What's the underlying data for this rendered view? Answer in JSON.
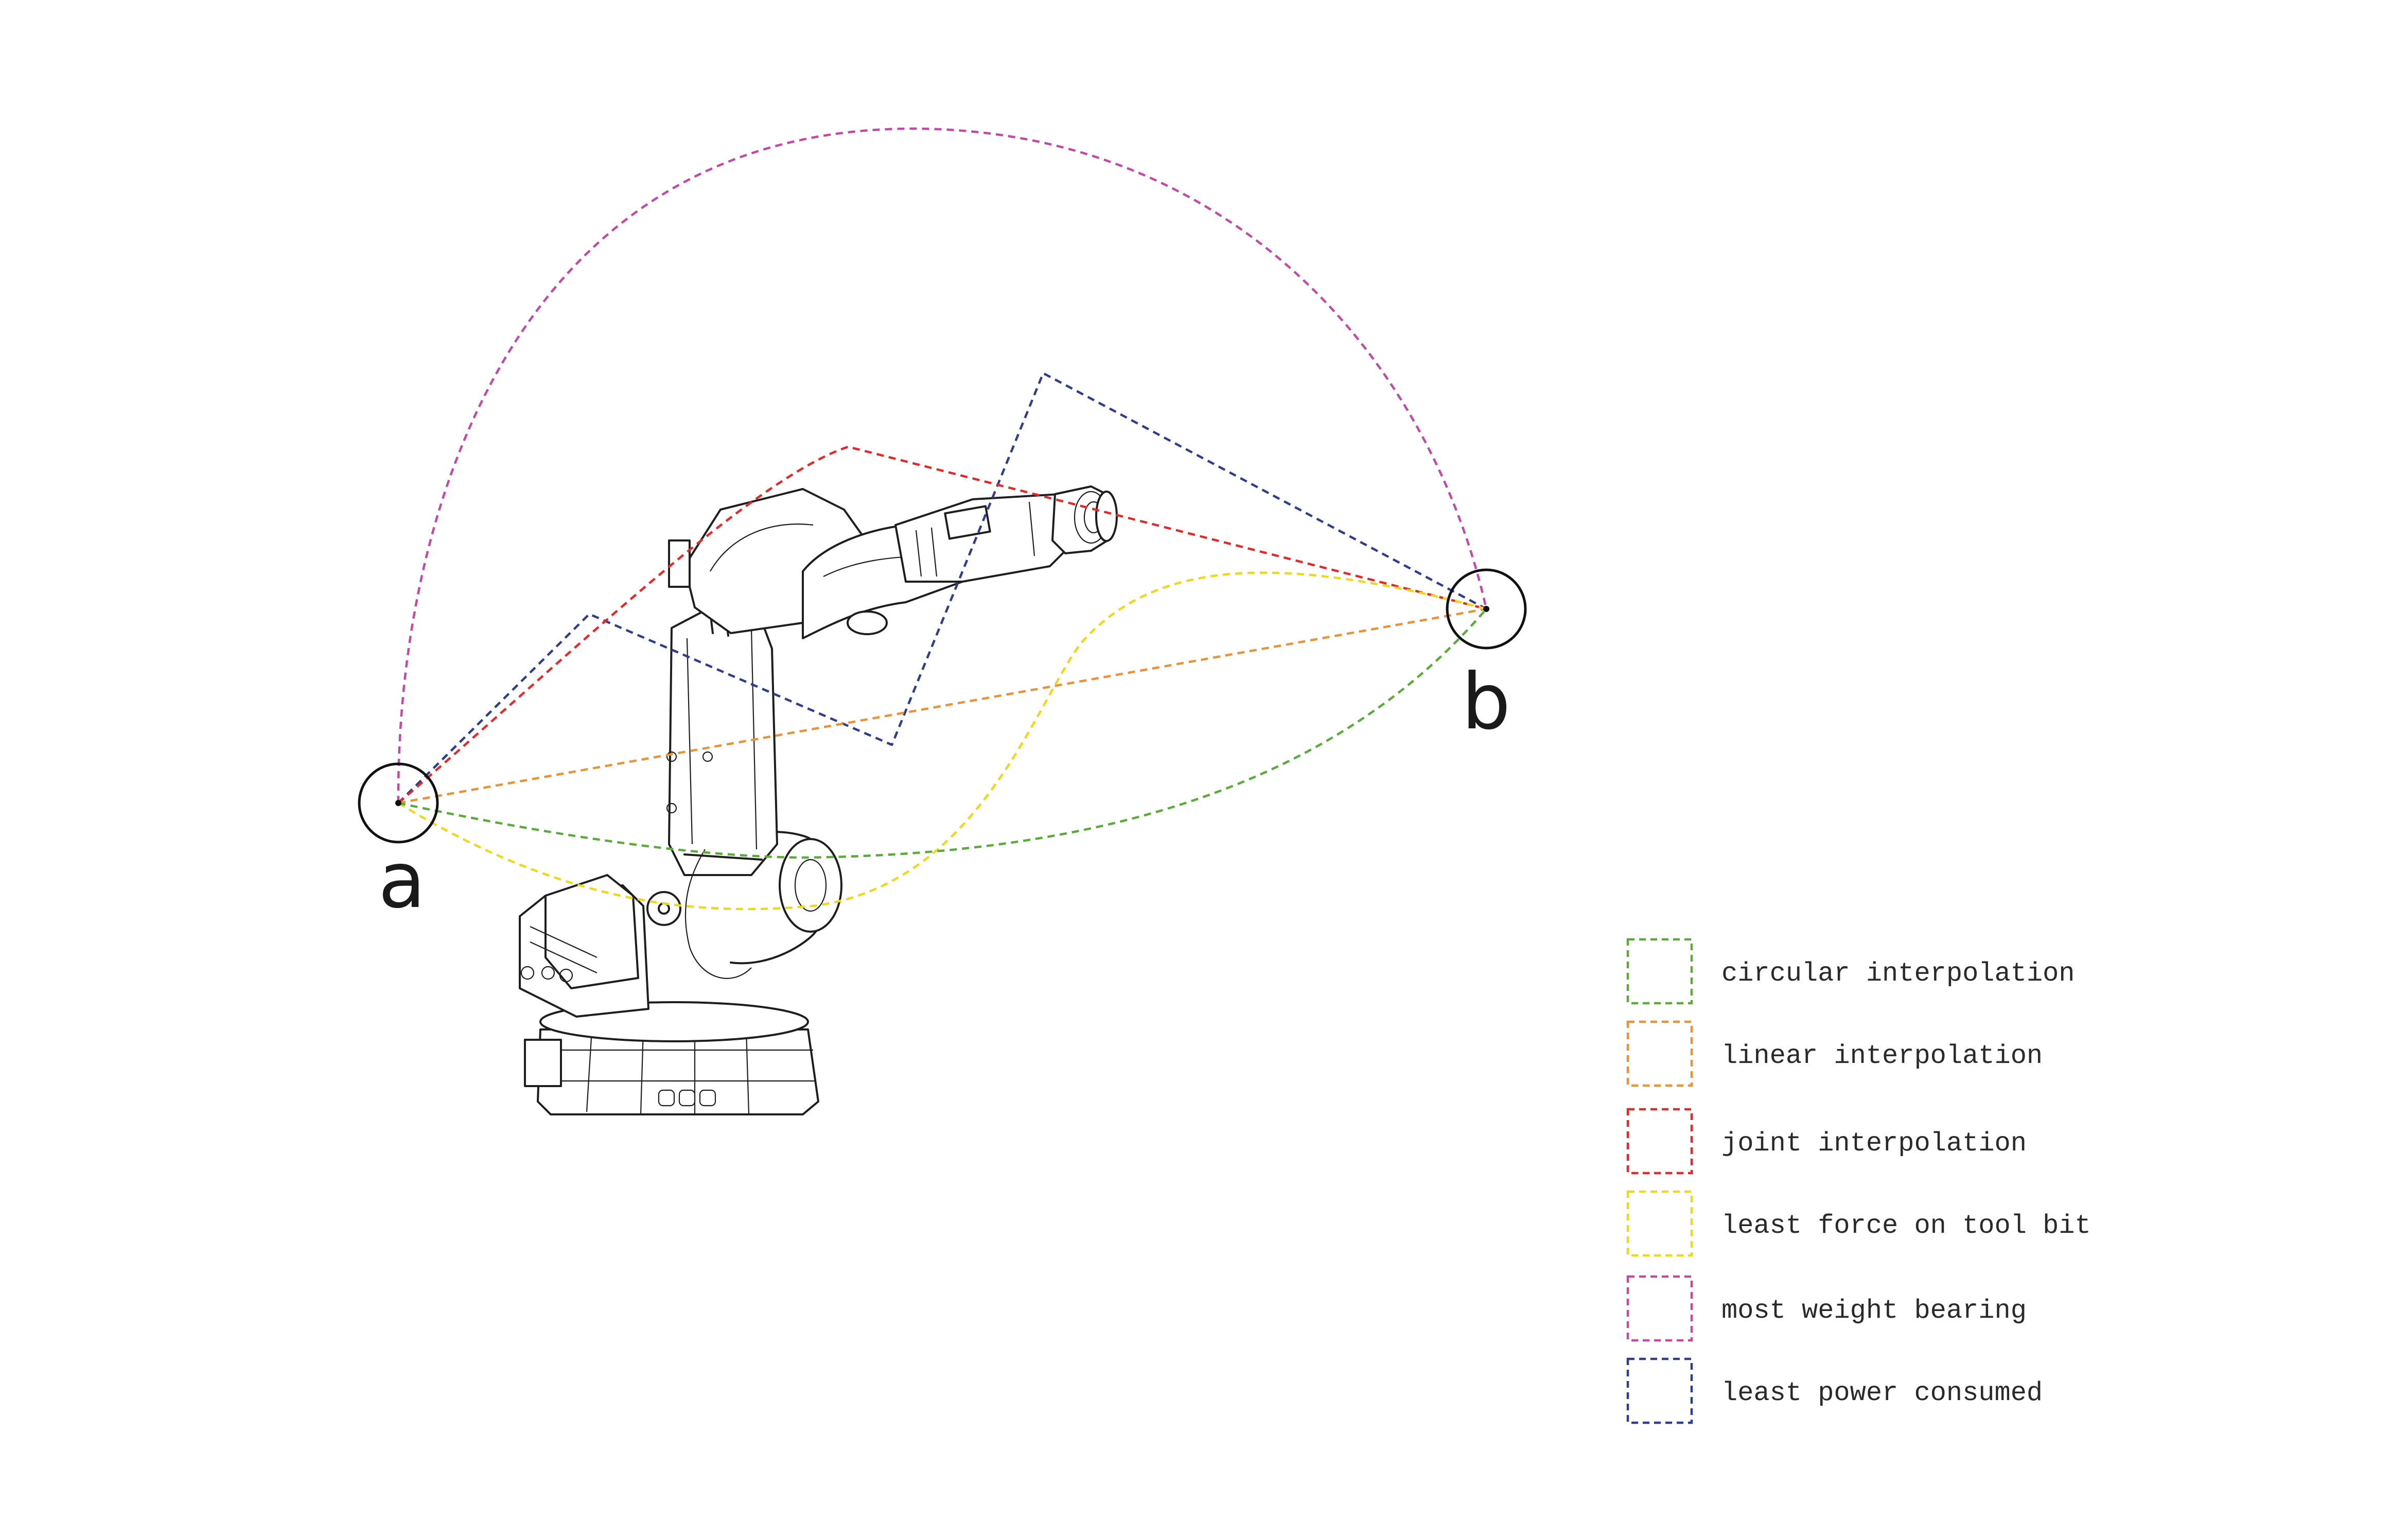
{
  "points": {
    "a": {
      "label": "a"
    },
    "b": {
      "label": "b"
    }
  },
  "legend": [
    {
      "label": "circular interpolation",
      "color": "#5aaa3c"
    },
    {
      "label": "linear interpolation",
      "color": "#e8923a"
    },
    {
      "label": "joint interpolation",
      "color": "#e22a2a"
    },
    {
      "label": "least force on tool bit",
      "color": "#ecd81c"
    },
    {
      "label": "most weight bearing",
      "color": "#c04aa4"
    },
    {
      "label": "least power consumed",
      "color": "#2f3d8c"
    }
  ]
}
